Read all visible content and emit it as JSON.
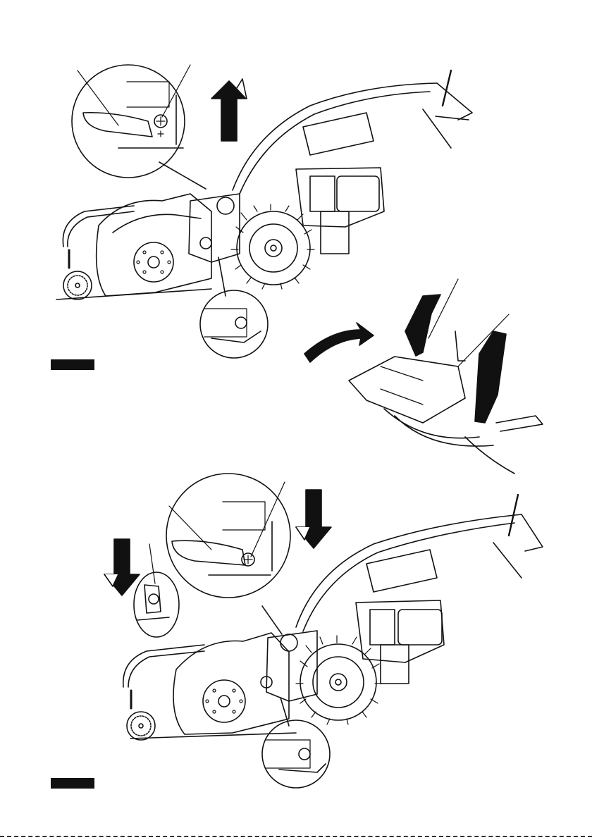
{
  "figures": [
    {
      "id": "figure-top",
      "arrow_direction": "up",
      "marker_label": ""
    },
    {
      "id": "figure-handle-detail",
      "arrow_direction": "rotate-clockwise",
      "marker_label": ""
    },
    {
      "id": "figure-bottom",
      "arrow_direction": "down",
      "marker_label": ""
    }
  ],
  "colors": {
    "ink": "#111111",
    "paper": "#ffffff"
  }
}
